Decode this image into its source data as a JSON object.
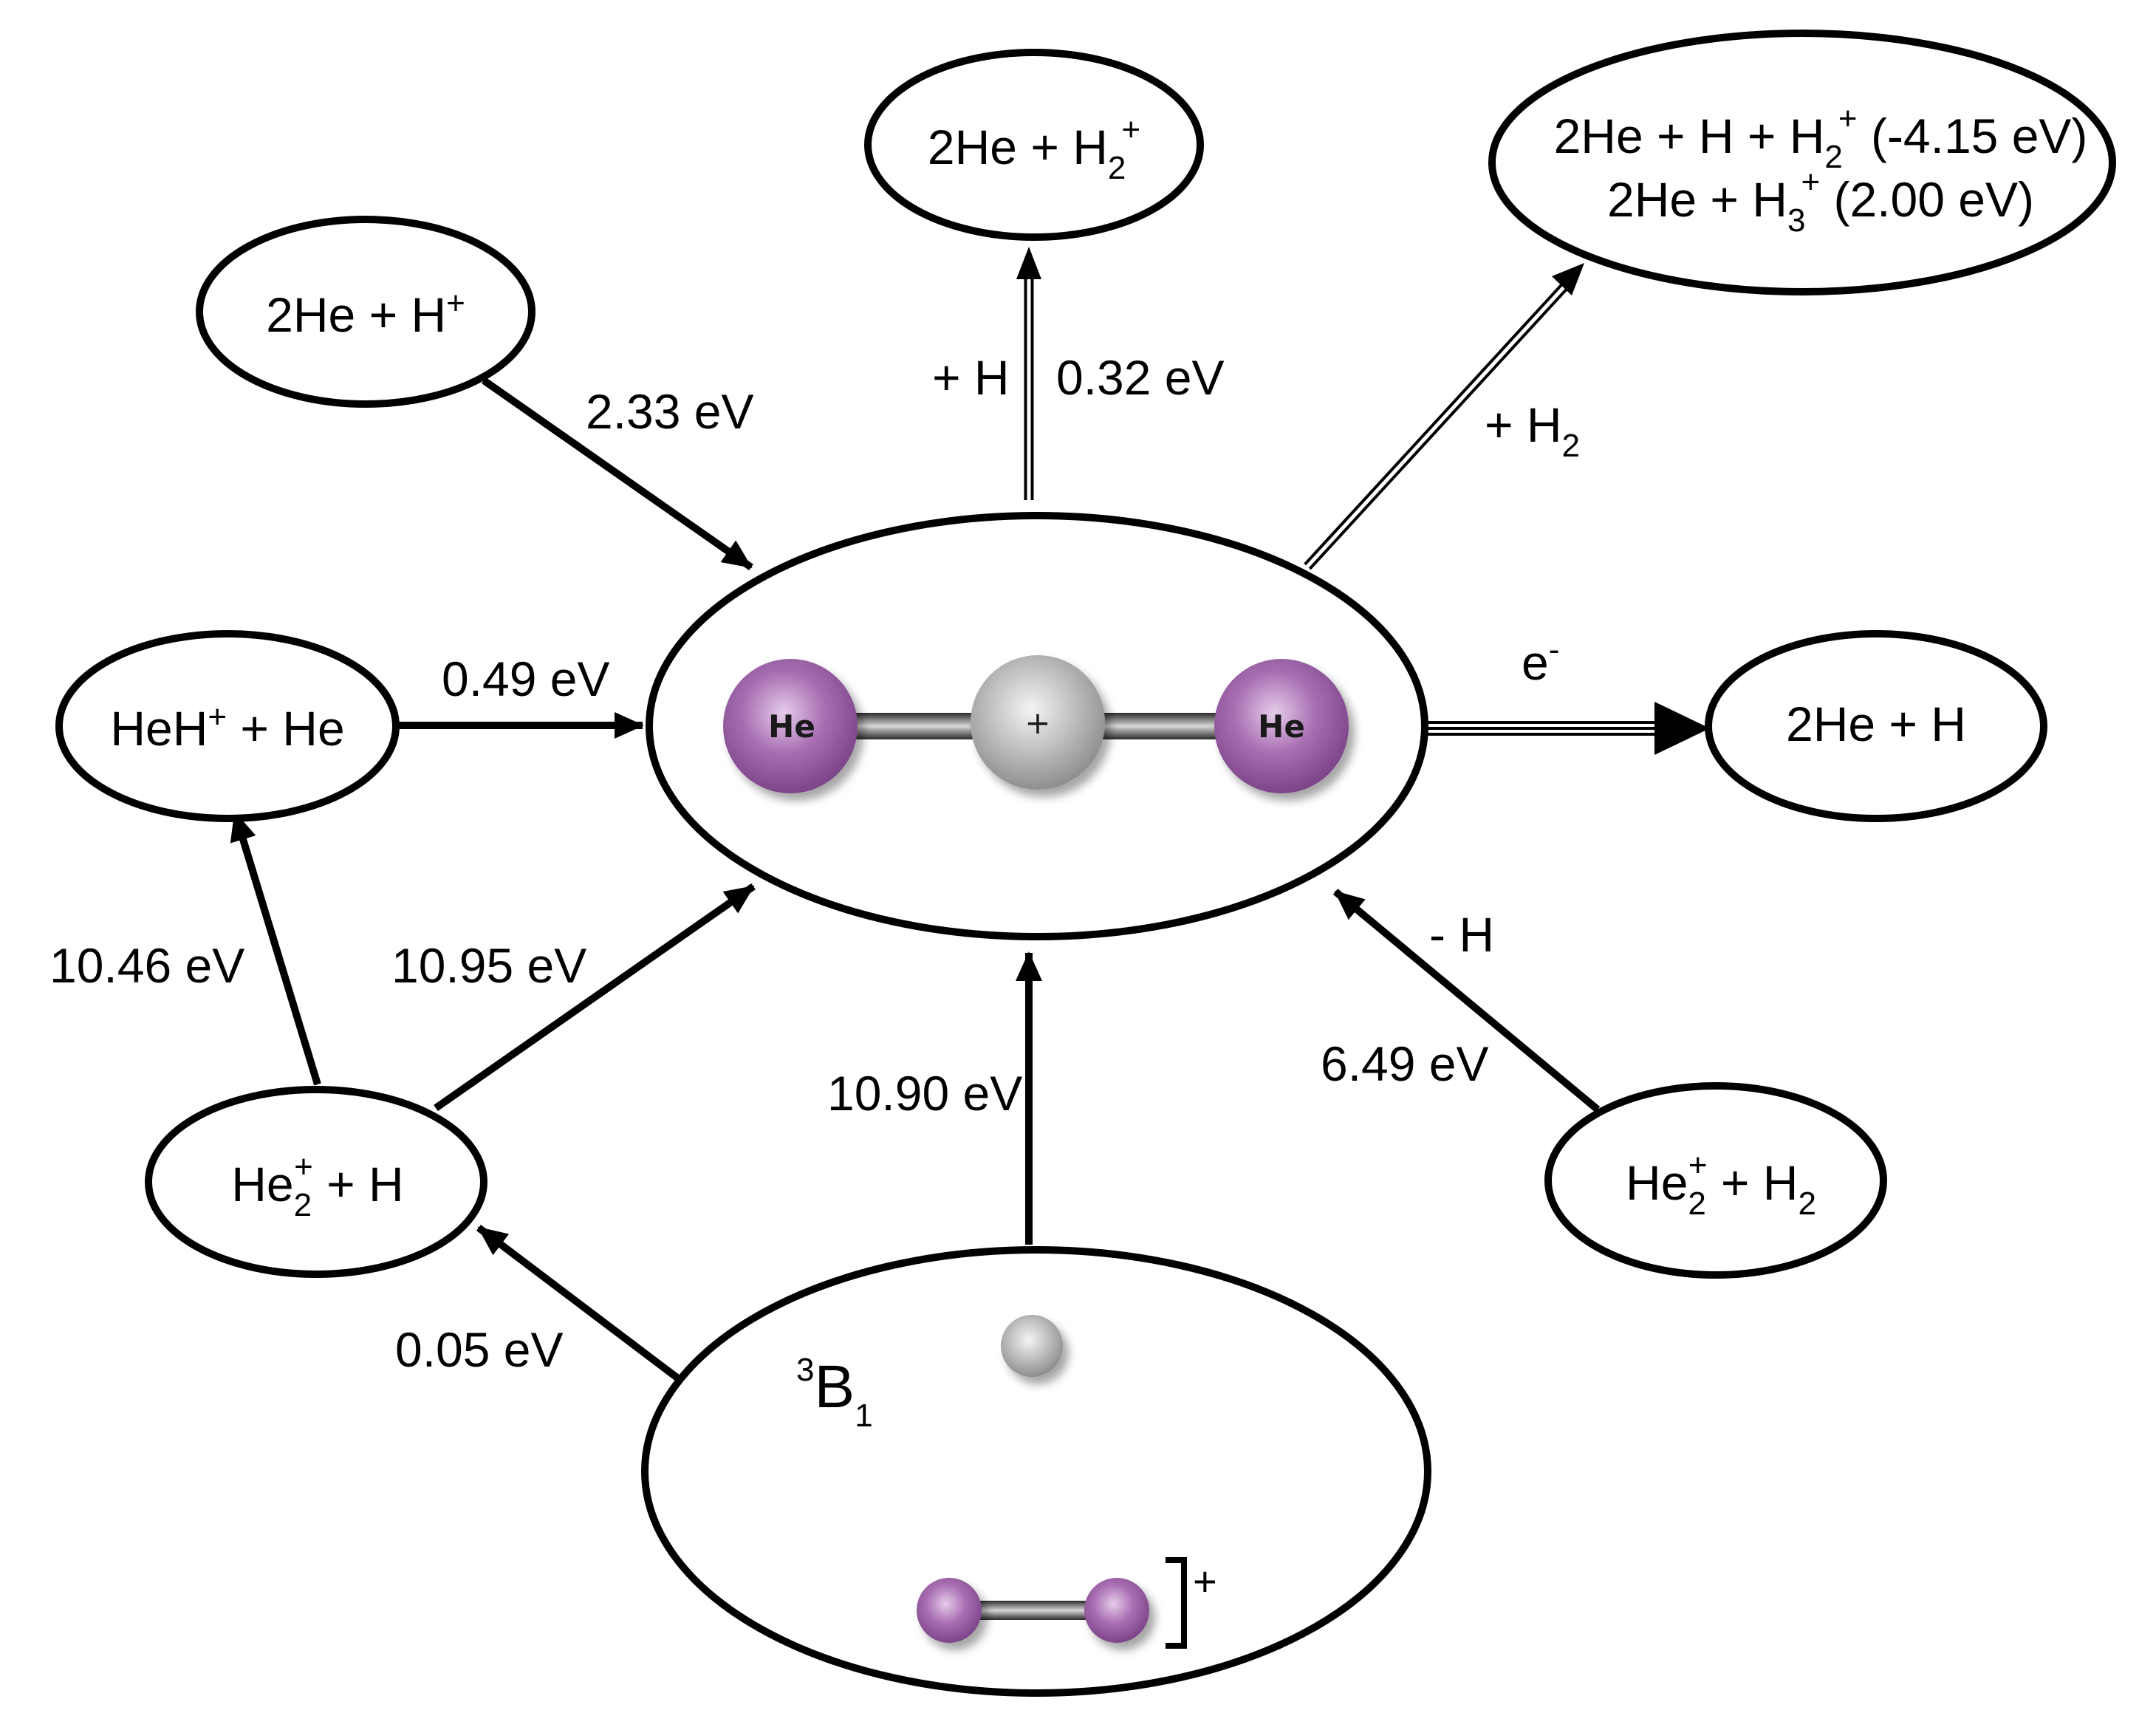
{
  "nodes": {
    "top_center": {
      "text": "2He + H",
      "sub": "2",
      "sup": "+"
    },
    "top_right": {
      "line1": {
        "a": "2He + H + H",
        "sub": "2",
        "sup": "+",
        "b": " (-4.15 eV)"
      },
      "line2": {
        "a": "2He + H",
        "sub": "3",
        "sup": "+",
        "b": " (2.00 eV)"
      }
    },
    "left_upper": {
      "text": "2He + H",
      "sup": "+"
    },
    "heh": {
      "a": "HeH",
      "sup": "+",
      "b": " + He"
    },
    "right": {
      "text": "2He + H"
    },
    "he2h": {
      "a": "He",
      "sub": "2",
      "sup": "+",
      "b": " + H"
    },
    "he2h2": {
      "a": "He",
      "sup": "+",
      "sub": "2",
      "b": " + H",
      "sub2": "2"
    },
    "bottom": {
      "term": "B",
      "term_sup": "3",
      "term_sub": "1",
      "charge": "+"
    }
  },
  "center_molecule": {
    "left_atom": "He",
    "middle_atom": "+",
    "right_atom": "He"
  },
  "edges": {
    "heh_to_center": "0.49 eV",
    "left_upper_to_center": "2.33 eV",
    "center_to_top_plus": "+ H",
    "center_to_top_energy": "0.32 eV",
    "center_to_top_right": "+ H",
    "center_to_top_right_sub": "2",
    "center_to_right": "e",
    "center_to_right_sup": "-",
    "he2h2_minus": "- H",
    "he2h2_energy": "6.49 eV",
    "bottom_to_center": "10.90 eV",
    "he2h_to_center": "10.95 eV",
    "he2h_to_heh": "10.46 eV",
    "bottom_to_he2h": "0.05 eV"
  },
  "colors": {
    "helium": "#9b5fa6",
    "hydrogen": "#b3b3b3",
    "bond": "#4d4d4d",
    "line": "#000000"
  }
}
